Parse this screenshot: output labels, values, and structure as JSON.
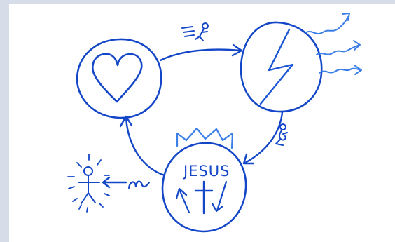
{
  "diagram": {
    "nodes": [
      {
        "id": "heart",
        "icon": "heart-icon"
      },
      {
        "id": "lightning",
        "icon": "lightning-bolt-icon"
      },
      {
        "id": "jesus",
        "label": "JESUS",
        "icons": [
          "crown-icon",
          "cross-icon",
          "arrow-up-icon",
          "arrow-down-icon"
        ]
      }
    ],
    "figures": [
      {
        "id": "glowing-person",
        "icon": "stick-figure-icon"
      },
      {
        "id": "running-person",
        "icon": "running-figure-icon"
      },
      {
        "id": "kneeling-person",
        "icon": "kneeling-figure-icon"
      },
      {
        "id": "walking-person",
        "icon": "walking-figure-icon"
      }
    ],
    "edges": [
      {
        "from": "heart",
        "to": "lightning"
      },
      {
        "from": "lightning",
        "to": "jesus"
      },
      {
        "from": "jesus",
        "to": "heart"
      },
      {
        "from": "glowing-person",
        "to": "jesus",
        "direction": "reverse"
      }
    ],
    "colors": {
      "ink": "#1447c8",
      "ink_light": "#3a7ee6",
      "frame": "#d6dde8"
    }
  }
}
